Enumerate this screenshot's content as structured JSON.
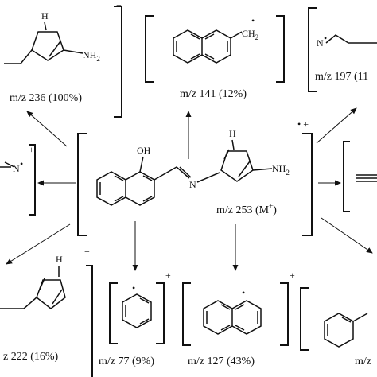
{
  "atoms": {
    "oh": "OH",
    "nh": "H",
    "n": "N",
    "nh2": "NH",
    "nh2_sub": "2",
    "ch2": "CH",
    "ch2_sub": "2",
    "dot": "•",
    "plus": "+",
    "dot_plus": "• +"
  },
  "fragments": {
    "f236": "m/z 236 (100%)",
    "f141": "m/z 141 (12%)",
    "f197": "m/z 197 (11",
    "f253": "m/z 253 (M",
    "f253_sup": "+",
    "f253_end": ")",
    "f222": "z 222 (16%)",
    "f77": "m/z 77 (9%)",
    "f127": "m/z 127 (43%)",
    "f_cut": "m/z"
  }
}
